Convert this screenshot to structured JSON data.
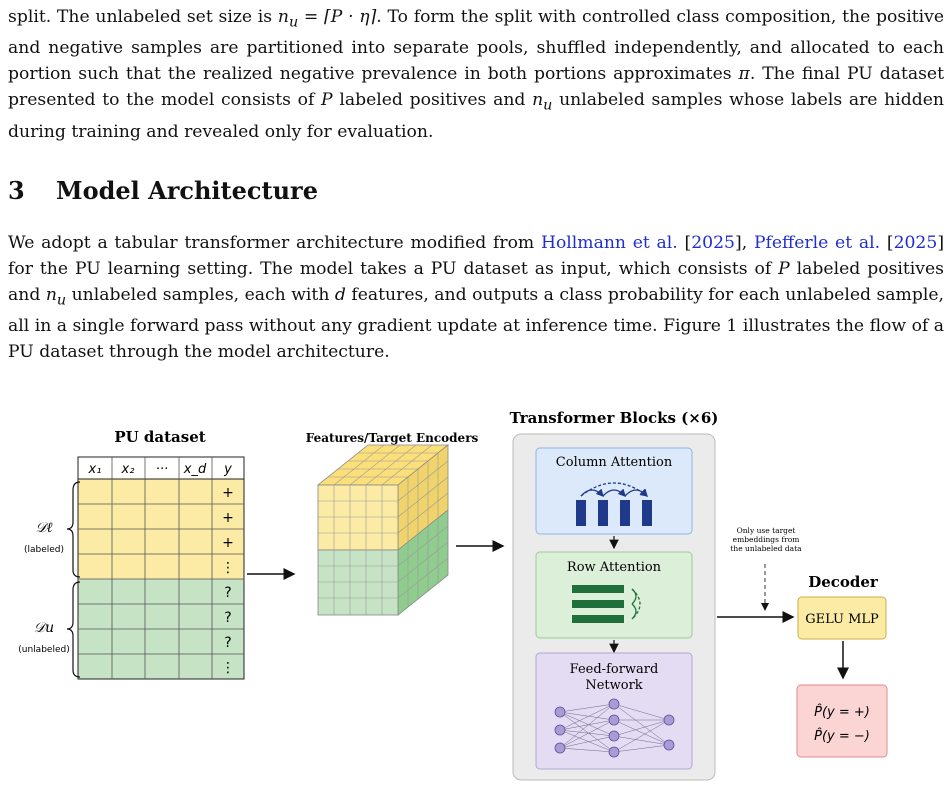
{
  "paragraph1": {
    "l1a": "split. The unlabeled set size is ",
    "l1_math": "n",
    "l1_sub": "u",
    "l1_math2": " = ⌈P · η⌉",
    "l1b": ". To form the split with controlled class composition,",
    "l2": "the positive and negative samples are partitioned into separate pools, shuffled independently, and",
    "l3": "allocated to each portion such that the realized negative prevalence in both portions approximates",
    "l4a": "π",
    "l4b": ". The final PU dataset presented to the model consists of ",
    "l4c": "P",
    "l4d": " labeled positives and ",
    "l4e": "n",
    "l4f": "u",
    "l4g": " unlabeled",
    "l5": "samples whose labels are hidden during training and revealed only for evaluation."
  },
  "section": {
    "number": "3",
    "title": "Model Architecture"
  },
  "paragraph2": {
    "a1": "We adopt a tabular transformer architecture modified from ",
    "cite1": "Hollmann et al.",
    "cite1_year": "2025",
    "sep": ", ",
    "cite2": "Pfefferle et al.",
    "cite2_year": "2025",
    "a2": " for the PU learning setting. The model takes a PU dataset as input, which consists of ",
    "a3": "P",
    "a4": " labeled positives and ",
    "a5": "n",
    "a6": "u",
    "a7": " unlabeled samples, each with ",
    "a8": "d",
    "a9": " features, and outputs a class probability for each unlabeled sample, all in a single forward pass without any gradient update at inference time. Figure 1 illustrates the flow of a PU dataset through the model architecture."
  },
  "figure": {
    "pu_dataset_title": "PU dataset",
    "columns": [
      "x₁",
      "x₂",
      "···",
      "x_d",
      "y"
    ],
    "labels_positive": [
      "+",
      "+",
      "+",
      "⋮"
    ],
    "labels_unlabeled": [
      "?",
      "?",
      "?",
      "⋮"
    ],
    "labeled_symbol": "𝒟ℓ",
    "labeled_caption": "(labeled)",
    "unlabeled_symbol": "𝒟u",
    "unlabeled_caption": "(unlabeled)",
    "encoders_title": "Features/Target Encoders",
    "transformer_title": "Transformer Blocks (×6)",
    "column_attention": "Column Attention",
    "row_attention": "Row Attention",
    "ffn_line1": "Feed-forward",
    "ffn_line2": "Network",
    "note_line1": "Only use target",
    "note_line2": "embeddings from",
    "note_line3": "the unlabeled data",
    "decoder_title": "Decoder",
    "gelu_mlp": "GELU MLP",
    "output_pos": "P̂(y = +)",
    "output_neg": "P̂(y = −)",
    "colors": {
      "yellow": "#fbeba4",
      "green": "#c6e4c5",
      "blue_box": "#dce9fa",
      "green_box": "#dcefd9",
      "purple_box": "#e3dcf2",
      "red_box": "#fbd5d4",
      "navy": "#1f3a8a",
      "dark_green": "#1f6f3a"
    }
  }
}
